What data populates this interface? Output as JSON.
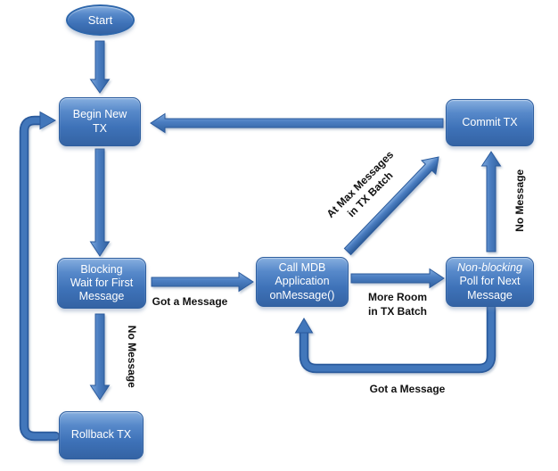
{
  "nodes": {
    "start": {
      "label": "Start"
    },
    "begin_tx": {
      "label": "Begin New TX"
    },
    "blocking_wait": {
      "label": "Blocking Wait for First Message"
    },
    "rollback_tx": {
      "label": "Rollback TX"
    },
    "call_mdb": {
      "label": "Call MDB Application onMessage()"
    },
    "nonblocking_poll": {
      "label_italic": "Non-blocking",
      "label_rest": "Poll for Next Message"
    },
    "commit_tx": {
      "label": "Commit TX"
    }
  },
  "edge_labels": {
    "got_message_first": "Got a Message",
    "no_message_first": "No Message",
    "at_max_line1": "At Max Messages",
    "at_max_line2": "in TX Batch",
    "more_room_line1": "More Room",
    "more_room_line2": "in TX Batch",
    "no_message_poll": "No Message",
    "got_message_poll": "Got a Message"
  },
  "colors": {
    "node_fill_top": "#86AEDF",
    "node_fill_bottom": "#3463A4",
    "node_border": "#2F5F9F",
    "arrow_fill": "#4377BB",
    "arrow_border": "#2A5A9C",
    "node_text": "#FFFFFF",
    "label_text": "#111111",
    "background": "#FFFFFF"
  }
}
